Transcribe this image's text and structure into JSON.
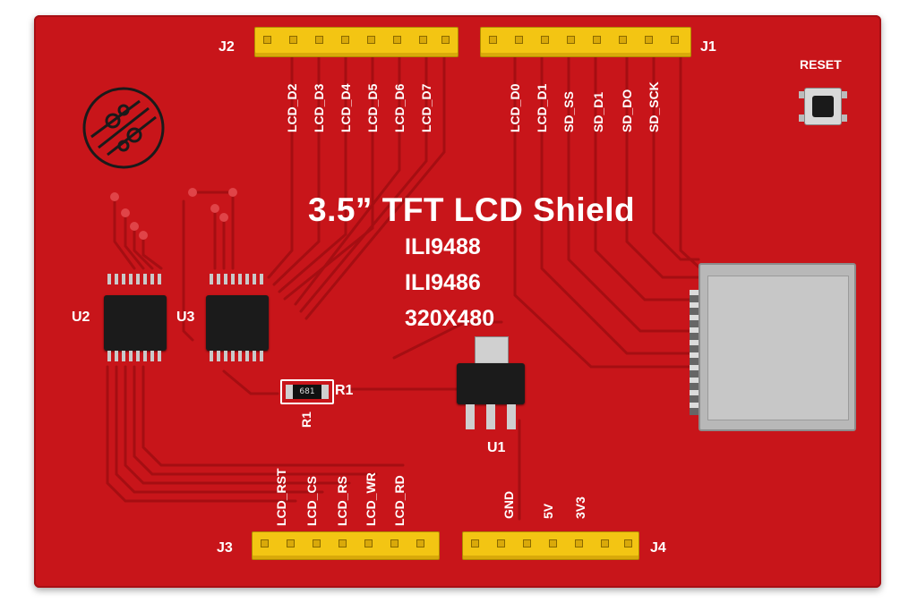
{
  "board": {
    "title": "3.5” TFT LCD Shield",
    "driver_1": "ILI9488",
    "driver_2": "ILI9486",
    "resolution": "320X480"
  },
  "headers": {
    "j1": {
      "ref": "J1",
      "pins": [
        "LCD_D0",
        "LCD_D1",
        "SD_SS",
        "SD_D1",
        "SD_DO",
        "SD_SCK"
      ]
    },
    "j2": {
      "ref": "J2",
      "pins": [
        "LCD_D2",
        "LCD_D3",
        "LCD_D4",
        "LCD_D5",
        "LCD_D6",
        "LCD_D7"
      ]
    },
    "j3": {
      "ref": "J3",
      "pins": [
        "LCD_RST",
        "LCD_CS",
        "LCD_RS",
        "LCD_WR",
        "LCD_RD"
      ]
    },
    "j4": {
      "ref": "J4",
      "pins": [
        "GND",
        "5V",
        "3V3"
      ]
    }
  },
  "components": {
    "u1": "U1",
    "u2": "U2",
    "u3": "U3",
    "r1": "R1",
    "r1_below": "R1",
    "resistor_code": "681",
    "reset": "RESET"
  },
  "icons": {
    "logo": "circuit-logo-icon",
    "sd_slot": "microsd-slot-icon",
    "reset_switch": "tactile-switch-icon"
  },
  "colors": {
    "pcb": "#c8151a",
    "silkscreen": "#ffffff",
    "header": "#f3c513"
  }
}
